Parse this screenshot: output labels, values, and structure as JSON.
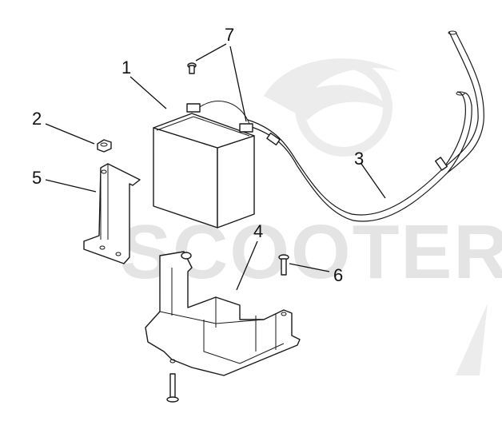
{
  "watermark": {
    "text": "SCOOTER",
    "color": "#e4e4e4"
  },
  "callouts": [
    {
      "id": "1",
      "label": "1"
    },
    {
      "id": "2",
      "label": "2"
    },
    {
      "id": "3",
      "label": "3"
    },
    {
      "id": "4",
      "label": "4"
    },
    {
      "id": "5",
      "label": "5"
    },
    {
      "id": "6",
      "label": "6"
    },
    {
      "id": "7",
      "label": "7"
    }
  ]
}
